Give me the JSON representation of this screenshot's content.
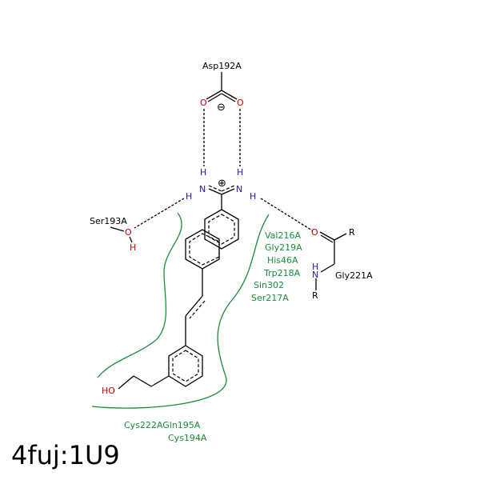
{
  "title": "4fuj:1U9",
  "residues": {
    "asp": "Asp192A",
    "ser": "Ser193A",
    "gly": "Gly221A",
    "hydrophobic": [
      "Val216A",
      "Gly219A",
      "His46A",
      "Trp218A",
      "Sin302",
      "Ser217A"
    ],
    "bottom": [
      "Cys222AGln195A",
      "Cys194A"
    ]
  },
  "atoms": {
    "O": "O",
    "N": "N",
    "H": "H",
    "R": "R",
    "HO": "HO",
    "minus": "⊖",
    "plus": "⊕"
  }
}
